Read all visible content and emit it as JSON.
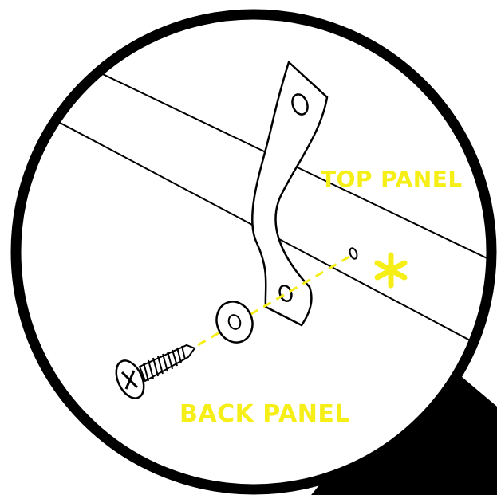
{
  "labels": {
    "top_panel": "TOP PANEL",
    "back_panel": "BACK PANEL"
  },
  "marker": {
    "symbol": "asterisk",
    "glyph": "✱"
  },
  "colors": {
    "highlight": "#f5ee17",
    "line": "#000000",
    "background": "#ffffff",
    "handle": "#000000"
  },
  "icons": [
    "magnifier-lens",
    "bracket",
    "washer",
    "screw",
    "asterisk-marker"
  ]
}
